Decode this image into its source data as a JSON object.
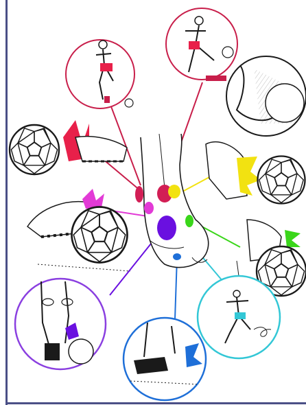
{
  "colors": {
    "frame": "#4a4f86",
    "pink": "#d21e55",
    "magenta": "#e23ad6",
    "purple": "#6a10e0",
    "blue": "#1e6fd8",
    "yellow": "#f2e211",
    "green": "#3ad61a",
    "cyan": "#33c7d6",
    "red": "#e8204a",
    "crimson": "#c81e4a",
    "ink": "#1a1a1a"
  },
  "callouts": [
    {
      "id": "kick-top",
      "color": "#c81e4a",
      "scene": "player-kicking-ball"
    },
    {
      "id": "volley-top-right",
      "color": "#c81e4a",
      "scene": "player-volleying-ball"
    },
    {
      "id": "heel-ball",
      "color": "#1a1a1a",
      "scene": "heel-on-ball"
    },
    {
      "id": "instep-left",
      "color": "#e8204a",
      "scene": "boot-instep-strike"
    },
    {
      "id": "toe-left",
      "color": "#e23ad6",
      "scene": "boot-toe-strike"
    },
    {
      "id": "outside-right",
      "color": "#f2e211",
      "scene": "boot-outside-strike"
    },
    {
      "id": "sole-right",
      "color": "#3ad61a",
      "scene": "boot-sole-strike"
    },
    {
      "id": "heel-bottom-left",
      "color": "#6a10e0",
      "scene": "legs-over-ball"
    },
    {
      "id": "ankle-bottom",
      "color": "#1e6fd8",
      "scene": "boot-on-ground"
    },
    {
      "id": "run-bottom-right",
      "color": "#33c7d6",
      "scene": "player-running"
    }
  ]
}
